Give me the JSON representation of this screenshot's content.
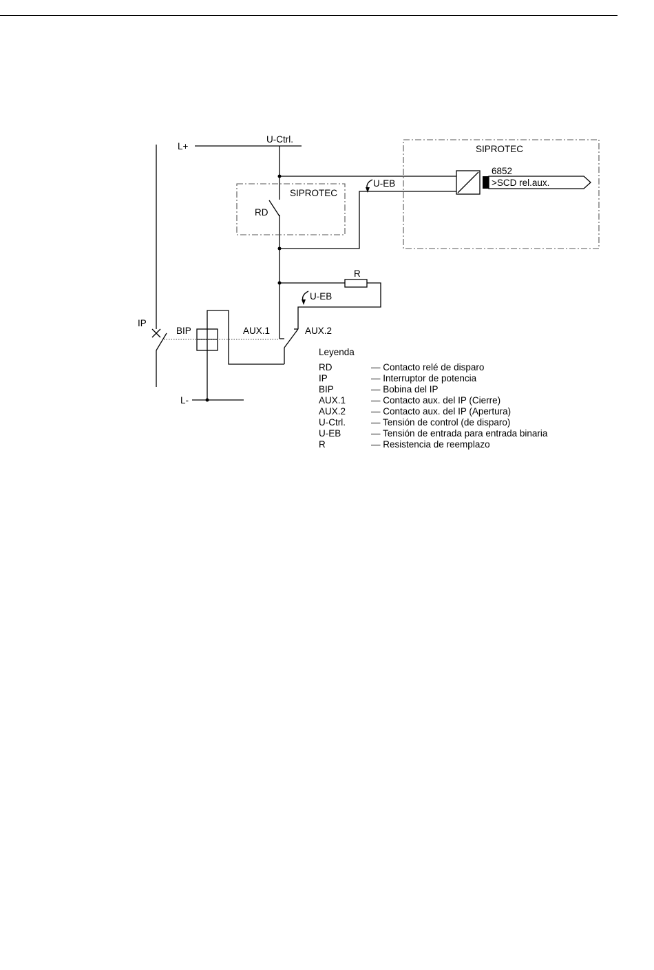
{
  "diagram": {
    "labels": {
      "l_plus": "L+",
      "u_ctrl": "U-Ctrl.",
      "siprotec_big": "SIPROTEC",
      "siprotec_small": "SIPROTEC",
      "number": "6852",
      "input_name": ">SCD rel.aux.",
      "u_eb_top": "U-EB",
      "u_eb_bottom": "U-EB",
      "rd": "RD",
      "r": "R",
      "ip": "IP",
      "bip": "BIP",
      "aux1": "AUX.1",
      "aux2": "AUX.2",
      "l_minus": "L-"
    },
    "legend": {
      "title": "Leyenda",
      "items": [
        {
          "key": "RD",
          "desc": "— Contacto relé de disparo"
        },
        {
          "key": "IP",
          "desc": "— Interruptor de potencia"
        },
        {
          "key": "BIP",
          "desc": "— Bobina del IP"
        },
        {
          "key": "AUX.1",
          "desc": "— Contacto aux. del IP (Cierre)"
        },
        {
          "key": "AUX.2",
          "desc": "— Contacto aux. del IP (Apertura)"
        },
        {
          "key": "U-Ctrl.",
          "desc": "— Tensión de control  (de disparo)"
        },
        {
          "key": "U-EB",
          "desc": "— Tensión de entrada para entrada binaria"
        },
        {
          "key": "R",
          "desc": "— Resistencia de reemplazo"
        }
      ]
    }
  }
}
